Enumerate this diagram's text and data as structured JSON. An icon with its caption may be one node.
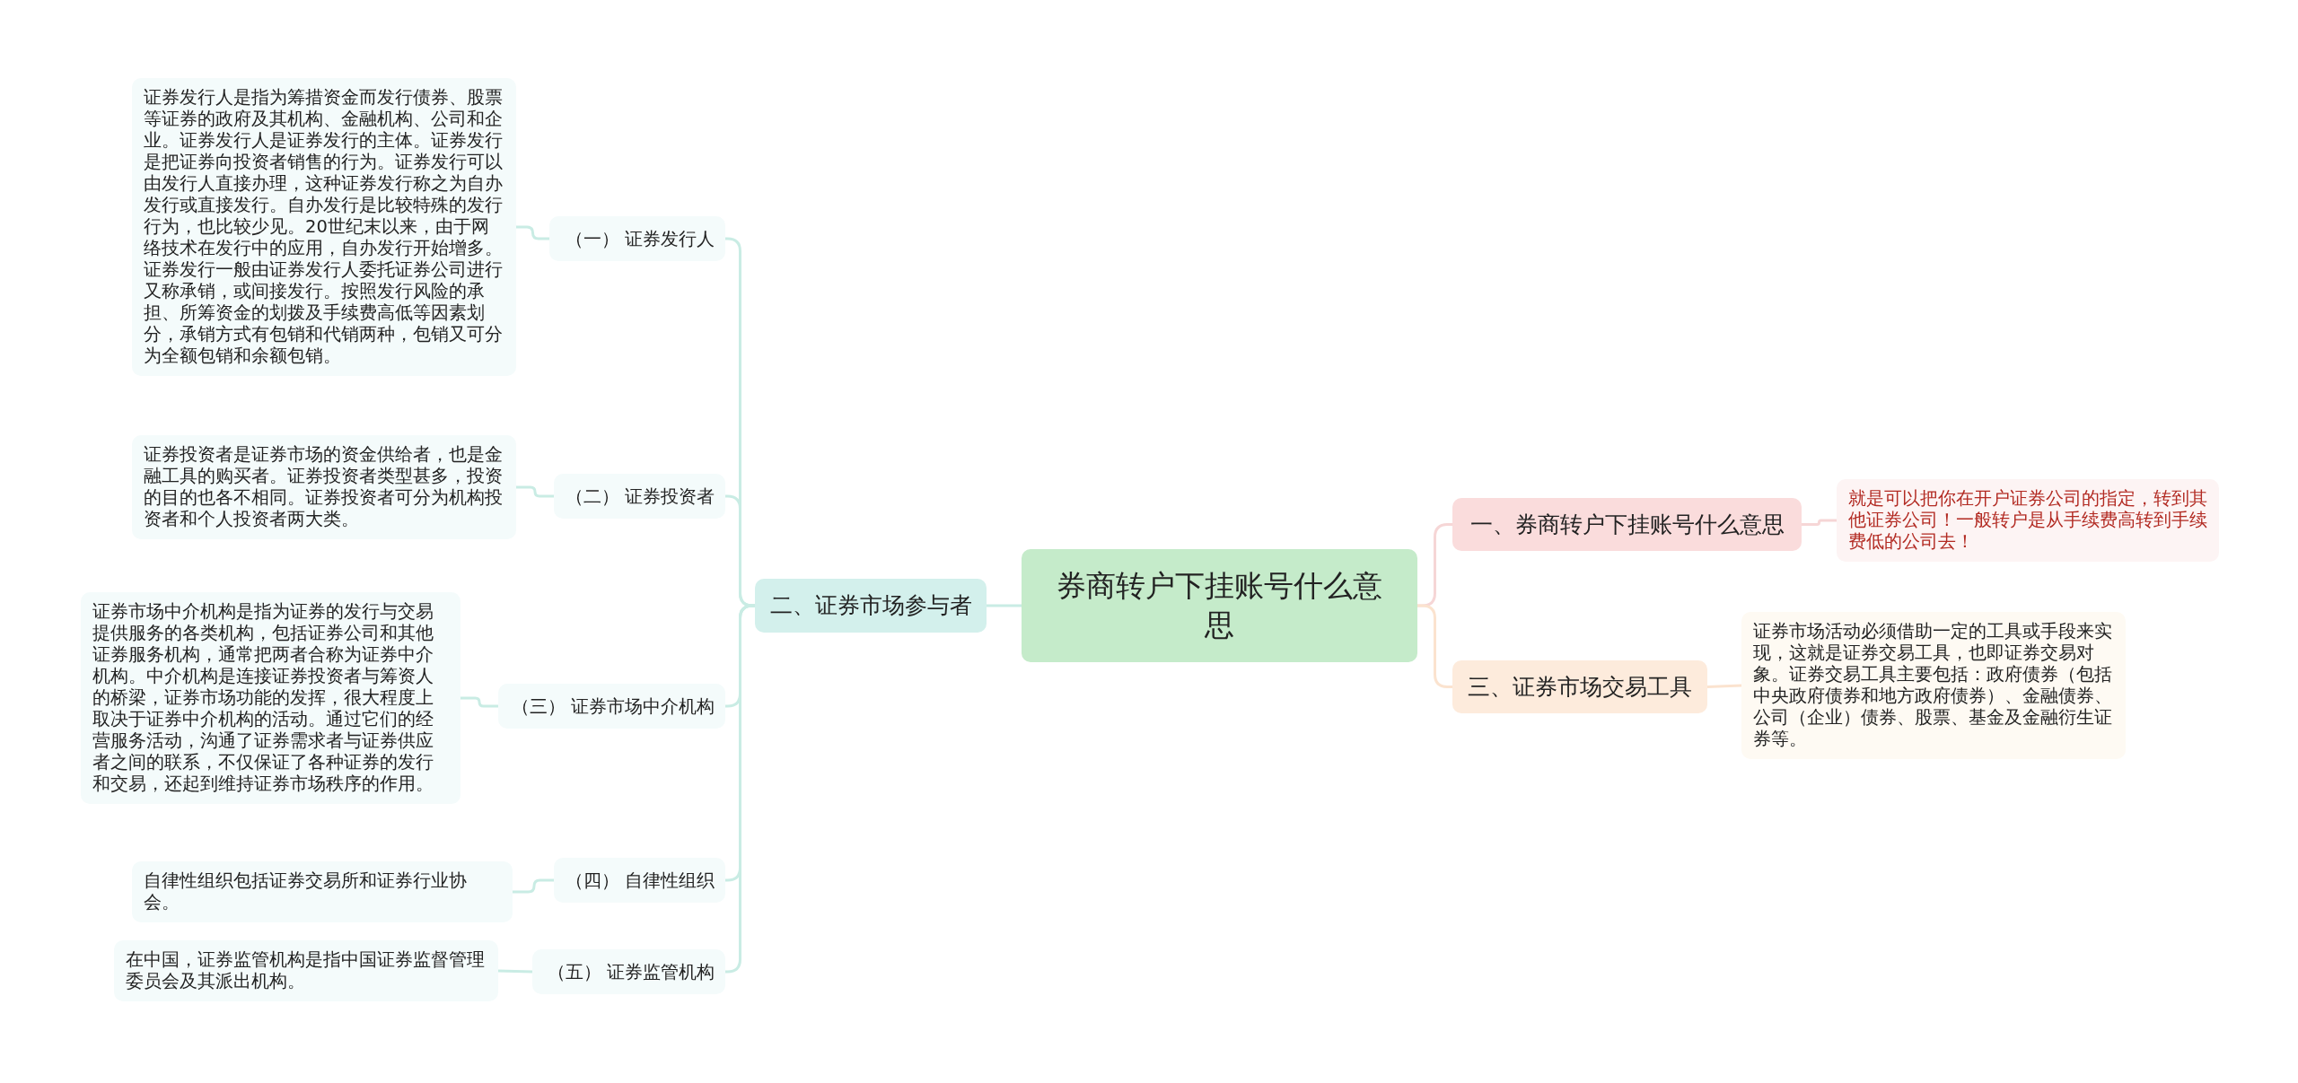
{
  "diagram": {
    "nodes": [
      {
        "text": [
          "券商转户下挂账号什么意思"
        ]
      },
      {
        "text": [
          "一、券商转户下挂账号什么意思"
        ]
      },
      {
        "text": [
          "就是可以把你在开户证券公司的指定，转到其他证券公司！一般转户是从手续费高转到手续费低的公司去！"
        ]
      },
      {
        "text": [
          "三、证券市场交易工具"
        ]
      },
      {
        "text": [
          "证券市场活动必须借助一定的工具或手段来实现，这就是证券交易工具，也即证券交易对象。证券交易工具主要包括：政府债券（包括中央政府债券和地方政府债券）、金融债券、公司（企业）债券、股票、基金及金融衍生证券等。"
        ]
      },
      {
        "text": [
          "二、证券市场参与者"
        ]
      },
      {
        "text": [
          "（一） 证券发行人"
        ]
      },
      {
        "text": [
          "证券发行人是指为筹措资金而发行债券、股票等证券的政府及其机构、金融机构、公司和企业。证券发行人是证券发行的主体。证券发行是把证券向投资者销售的行为。证券发行可以由发行人直接办理，这种证券发行称之为自办发行或直接发行。自办发行是比较特殊的发行行为，也比较少见。20世纪末以来，由于网络技术在发行中的应用，自办发行开始增多。证券发行一般由证券发行人委托证券公司进行又称承销，或间接发行。按照发行风险的承担、所筹资金的划拨及手续费高低等因素划分，承销方式有包销和代销两种，包销又可分为全额包销和余额包销。"
        ]
      },
      {
        "text": [
          "（二） 证券投资者"
        ]
      },
      {
        "text": [
          "证券投资者是证券市场的资金供给者，也是金融工具的购买者。证券投资者类型甚多，投资的目的也各不相同。证券投资者可分为机构投资者和个人投资者两大类。"
        ]
      },
      {
        "text": [
          "（三） 证券市场中介机构"
        ]
      },
      {
        "text": [
          "证券市场中介机构是指为证券的发行与交易提供服务的各类机构，包括证券公司和其他证券服务机构，通常把两者合称为证券中介机构。中介机构是连接证券投资者与筹资人的桥梁，证券市场功能的发挥，很大程度上取决于证券中介机构的活动。通过它们的经营服务活动，沟通了证券需求者与证券供应者之间的联系，不仅保证了各种证券的发行和交易，还起到维持证券市场秩序的作用。"
        ]
      },
      {
        "text": [
          "（四） 自律性组织"
        ]
      },
      {
        "text": [
          "自律性组织包括证券交易所和证券行业协会。"
        ]
      },
      {
        "text": [
          "（五） 证券监管机构"
        ]
      },
      {
        "text": [
          "在中国，证券监管机构是指中国证券监督管理委员会及其派出机构。"
        ]
      }
    ],
    "edges": [
      {
        "from": 0,
        "to": 1,
        "arrow": "none",
        "color": "#f6d6d6"
      },
      {
        "from": 1,
        "to": 2,
        "arrow": "none",
        "color": "#f6d6d6"
      },
      {
        "from": 0,
        "to": 3,
        "arrow": "none",
        "color": "#fbe3cf"
      },
      {
        "from": 3,
        "to": 4,
        "arrow": "none",
        "color": "#fbe3cf"
      },
      {
        "from": 0,
        "to": 5,
        "arrow": "none"
      },
      {
        "from": 5,
        "to": 6,
        "arrow": "none"
      },
      {
        "from": 6,
        "to": 7,
        "arrow": "none"
      },
      {
        "from": 5,
        "to": 8,
        "arrow": "none"
      },
      {
        "from": 8,
        "to": 9,
        "arrow": "none"
      },
      {
        "from": 5,
        "to": 10,
        "arrow": "none"
      },
      {
        "from": 10,
        "to": 11,
        "arrow": "none"
      },
      {
        "from": 5,
        "to": 12,
        "arrow": "none"
      },
      {
        "from": 12,
        "to": 13,
        "arrow": "none"
      },
      {
        "from": 5,
        "to": 14,
        "arrow": "none"
      },
      {
        "from": 14,
        "to": 15,
        "arrow": "none"
      }
    ]
  }
}
